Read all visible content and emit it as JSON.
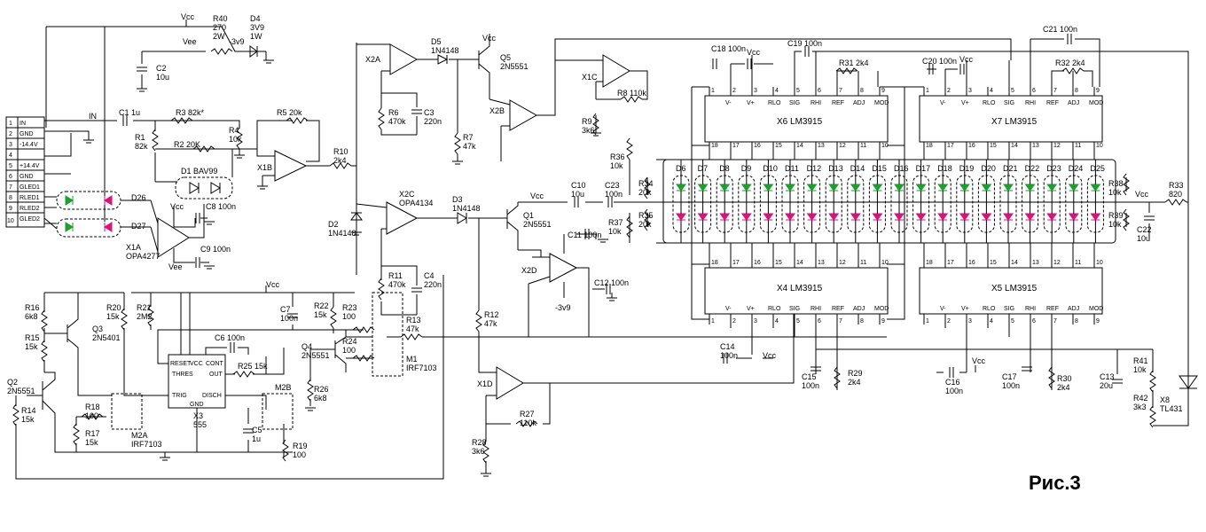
{
  "figure_label": "Рис.3",
  "connector": {
    "pins": [
      "1",
      "2",
      "3",
      "4",
      "5",
      "6",
      "7",
      "8",
      "9",
      "10"
    ],
    "signals": [
      "IN",
      "GND",
      "-14.4V",
      "+14.4V",
      "GND",
      "GLED1",
      "RLED1",
      "RLED2",
      "GLED2"
    ]
  },
  "nets": {
    "vcc": "Vcc",
    "vee": "Vee",
    "in": "IN",
    "m3v9": "-3v9"
  },
  "parts": [
    {
      "id": "R40",
      "lines": [
        "R40",
        "270",
        "2W"
      ]
    },
    {
      "id": "D4",
      "lines": [
        "D4",
        "3V9",
        "1W"
      ]
    },
    {
      "id": "C2",
      "lines": [
        "C2",
        "10u"
      ]
    },
    {
      "id": "C1",
      "lines": [
        "C1 1u"
      ]
    },
    {
      "id": "R3",
      "lines": [
        "R3 82k*"
      ]
    },
    {
      "id": "R1",
      "lines": [
        "R1",
        "82k"
      ]
    },
    {
      "id": "R2",
      "lines": [
        "R2 20K"
      ]
    },
    {
      "id": "R4",
      "lines": [
        "R4",
        "10k"
      ]
    },
    {
      "id": "R5",
      "lines": [
        "R5 20k"
      ]
    },
    {
      "id": "D1",
      "lines": [
        "D1 BAV99"
      ]
    },
    {
      "id": "C8",
      "lines": [
        "C8 100n"
      ]
    },
    {
      "id": "C9",
      "lines": [
        "C9 100n"
      ]
    },
    {
      "id": "X1A",
      "lines": [
        "X1A",
        "OPA4277"
      ]
    },
    {
      "id": "X1B",
      "lines": [
        "X1B"
      ]
    },
    {
      "id": "R10",
      "lines": [
        "R10",
        "2k4"
      ]
    },
    {
      "id": "D2",
      "lines": [
        "D2",
        "1N4148"
      ]
    },
    {
      "id": "X2A",
      "lines": [
        "X2A"
      ]
    },
    {
      "id": "D5",
      "lines": [
        "D5",
        "1N4148"
      ]
    },
    {
      "id": "Q5",
      "lines": [
        "Q5",
        "2N5551"
      ]
    },
    {
      "id": "R6",
      "lines": [
        "R6",
        "470k"
      ]
    },
    {
      "id": "C3",
      "lines": [
        "C3",
        "220n"
      ]
    },
    {
      "id": "R7",
      "lines": [
        "R7",
        "47k"
      ]
    },
    {
      "id": "X2B",
      "lines": [
        "X2B"
      ]
    },
    {
      "id": "X1C",
      "lines": [
        "X1C"
      ]
    },
    {
      "id": "R9",
      "lines": [
        "R9",
        "3k6"
      ]
    },
    {
      "id": "R8",
      "lines": [
        "R8 110k"
      ]
    },
    {
      "id": "X2C",
      "lines": [
        "X2C",
        "OPA4134"
      ]
    },
    {
      "id": "D3",
      "lines": [
        "D3",
        "1N4148"
      ]
    },
    {
      "id": "Q1",
      "lines": [
        "Q1",
        "2N5551"
      ]
    },
    {
      "id": "C10",
      "lines": [
        "C10",
        "10u"
      ]
    },
    {
      "id": "C23",
      "lines": [
        "C23",
        "100n"
      ]
    },
    {
      "id": "C11",
      "lines": [
        "C11 100n"
      ]
    },
    {
      "id": "X2D",
      "lines": [
        "X2D"
      ]
    },
    {
      "id": "C12",
      "lines": [
        "C12 100n"
      ]
    },
    {
      "id": "R11",
      "lines": [
        "R11",
        "470k"
      ]
    },
    {
      "id": "C4",
      "lines": [
        "C4",
        "220n"
      ]
    },
    {
      "id": "R13",
      "lines": [
        "R13",
        "47k"
      ]
    },
    {
      "id": "R12",
      "lines": [
        "R12",
        "47k"
      ]
    },
    {
      "id": "M1",
      "lines": [
        "M1",
        "IRF7103"
      ]
    },
    {
      "id": "R23",
      "lines": [
        "R23",
        "100"
      ]
    },
    {
      "id": "R24",
      "lines": [
        "R24",
        "100"
      ]
    },
    {
      "id": "R22",
      "lines": [
        "R22",
        "15k"
      ]
    },
    {
      "id": "C7",
      "lines": [
        "C7",
        "100n"
      ]
    },
    {
      "id": "Q4",
      "lines": [
        "Q4",
        "2N5551"
      ]
    },
    {
      "id": "R26",
      "lines": [
        "R26",
        "6k8"
      ]
    },
    {
      "id": "M2B",
      "lines": [
        "M2B"
      ]
    },
    {
      "id": "R19",
      "lines": [
        "R19",
        "100"
      ]
    },
    {
      "id": "C5",
      "lines": [
        "C5",
        "1u"
      ]
    },
    {
      "id": "C6",
      "lines": [
        "C6 100n"
      ]
    },
    {
      "id": "R25",
      "lines": [
        "R25 15k"
      ]
    },
    {
      "id": "X3",
      "lines": [
        "X3",
        "555"
      ]
    },
    {
      "id": "M2A",
      "lines": [
        "M2A",
        "IRF7103"
      ]
    },
    {
      "id": "R16",
      "lines": [
        "R16",
        "6k8"
      ]
    },
    {
      "id": "R15",
      "lines": [
        "R15",
        "15k"
      ]
    },
    {
      "id": "Q3",
      "lines": [
        "Q3",
        "2N5401"
      ]
    },
    {
      "id": "R20",
      "lines": [
        "R20",
        "15k"
      ]
    },
    {
      "id": "R21",
      "lines": [
        "R21",
        "2M2"
      ]
    },
    {
      "id": "Q2",
      "lines": [
        "Q2",
        "2N5551"
      ]
    },
    {
      "id": "R14",
      "lines": [
        "R14",
        "15k"
      ]
    },
    {
      "id": "R18",
      "lines": [
        "R18",
        "100"
      ]
    },
    {
      "id": "R17",
      "lines": [
        "R17",
        "15k"
      ]
    },
    {
      "id": "X1D",
      "lines": [
        "X1D"
      ]
    },
    {
      "id": "R27",
      "lines": [
        "R27",
        "110k"
      ]
    },
    {
      "id": "R28",
      "lines": [
        "R28",
        "3k6"
      ]
    },
    {
      "id": "C18",
      "lines": [
        "C18 100n"
      ]
    },
    {
      "id": "C19",
      "lines": [
        "C19 100n"
      ]
    },
    {
      "id": "R31",
      "lines": [
        "R31 2k4"
      ]
    },
    {
      "id": "C20",
      "lines": [
        "C20 100n"
      ]
    },
    {
      "id": "C21",
      "lines": [
        "C21 100n"
      ]
    },
    {
      "id": "R32",
      "lines": [
        "R32 2k4"
      ]
    },
    {
      "id": "R36",
      "lines": [
        "R36",
        "10k"
      ]
    },
    {
      "id": "R34",
      "lines": [
        "R34",
        "20k"
      ]
    },
    {
      "id": "R35",
      "lines": [
        "R35",
        "20k"
      ]
    },
    {
      "id": "R37",
      "lines": [
        "R37",
        "10k"
      ]
    },
    {
      "id": "R38",
      "lines": [
        "R38",
        "10k"
      ]
    },
    {
      "id": "R39",
      "lines": [
        "R39",
        "10k"
      ]
    },
    {
      "id": "R33",
      "lines": [
        "R33",
        "820"
      ]
    },
    {
      "id": "C22",
      "lines": [
        "C22",
        "10u"
      ]
    },
    {
      "id": "C14",
      "lines": [
        "C14",
        "100n"
      ]
    },
    {
      "id": "C15",
      "lines": [
        "C15",
        "100n"
      ]
    },
    {
      "id": "R29",
      "lines": [
        "R29",
        "2k4"
      ]
    },
    {
      "id": "C16",
      "lines": [
        "C16",
        "100n"
      ]
    },
    {
      "id": "C17",
      "lines": [
        "C17",
        "100n"
      ]
    },
    {
      "id": "R30",
      "lines": [
        "R30",
        "2k4"
      ]
    },
    {
      "id": "C13",
      "lines": [
        "C13",
        "20u"
      ]
    },
    {
      "id": "R41",
      "lines": [
        "R41",
        "10k"
      ]
    },
    {
      "id": "R42",
      "lines": [
        "R42",
        "3k3"
      ]
    },
    {
      "id": "X8",
      "lines": [
        "X8",
        "TL431"
      ]
    },
    {
      "id": "D26",
      "lines": [
        "D26"
      ]
    },
    {
      "id": "D27",
      "lines": [
        "D27"
      ]
    }
  ],
  "lm3915": {
    "top_pins": [
      "V-",
      "V+",
      "RLO",
      "SIG",
      "RHI",
      "REF",
      "ADJ",
      "MOD"
    ],
    "x6": "X6 LM3915",
    "x7": "X7 LM3915",
    "x4": "X4 LM3915",
    "x5": "X5 LM3915"
  },
  "led_bar": [
    "D6",
    "D7",
    "D8",
    "D9",
    "D10",
    "D11",
    "D12",
    "D13",
    "D14",
    "D15",
    "D16",
    "D17",
    "D18",
    "D19",
    "D20",
    "D21",
    "D22",
    "D23",
    "D24",
    "D25"
  ],
  "ne555": {
    "title": "X3",
    "pins": [
      "RESET",
      "VCC",
      "CONT",
      "THRES",
      "OUT",
      "TRIG",
      "DISCH",
      "GND"
    ]
  }
}
